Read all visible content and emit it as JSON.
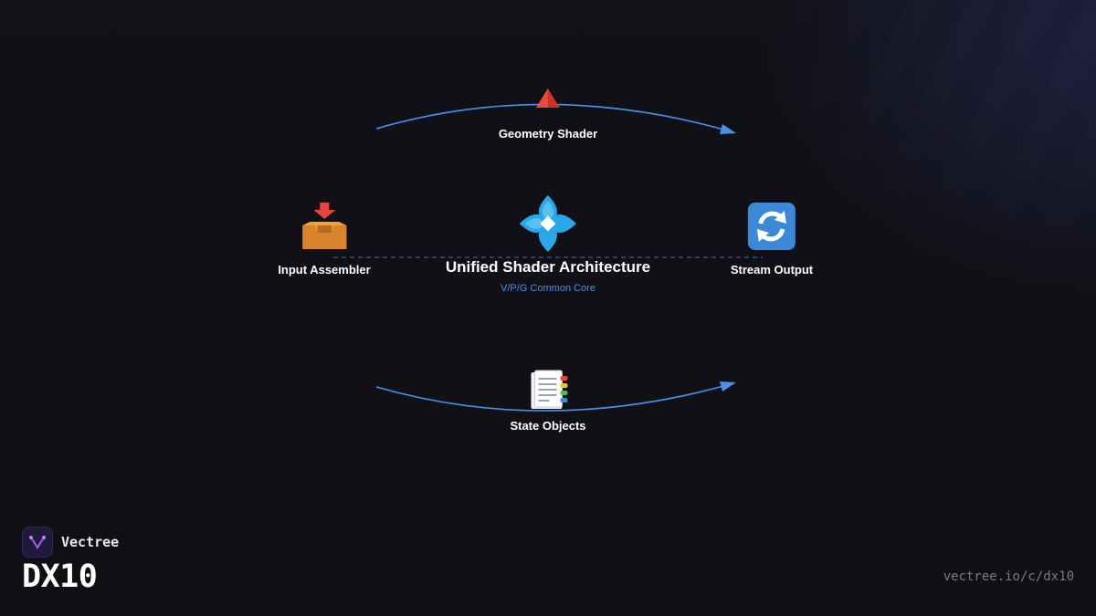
{
  "diagram": {
    "center": {
      "title": "Unified Shader Architecture",
      "subtitle": "V/P/G Common Core",
      "icon": "diamond-cluster-icon"
    },
    "nodes": {
      "top": {
        "label": "Geometry Shader",
        "icon": "red-triangle-icon"
      },
      "left": {
        "label": "Input Assembler",
        "icon": "inbox-tray-icon"
      },
      "right": {
        "label": "Stream Output",
        "icon": "counterclockwise-arrows-icon"
      },
      "bottom": {
        "label": "State Objects",
        "icon": "bookmark-tabs-icon"
      }
    },
    "colors": {
      "connector": "#4a90f0",
      "accent": "#4b8ef0",
      "background": "#0f0f14"
    }
  },
  "brand": {
    "name": "Vectree",
    "product": "DX10",
    "url": "vectree.io/c/dx10",
    "logo_icon": "vectree-logo-icon"
  }
}
